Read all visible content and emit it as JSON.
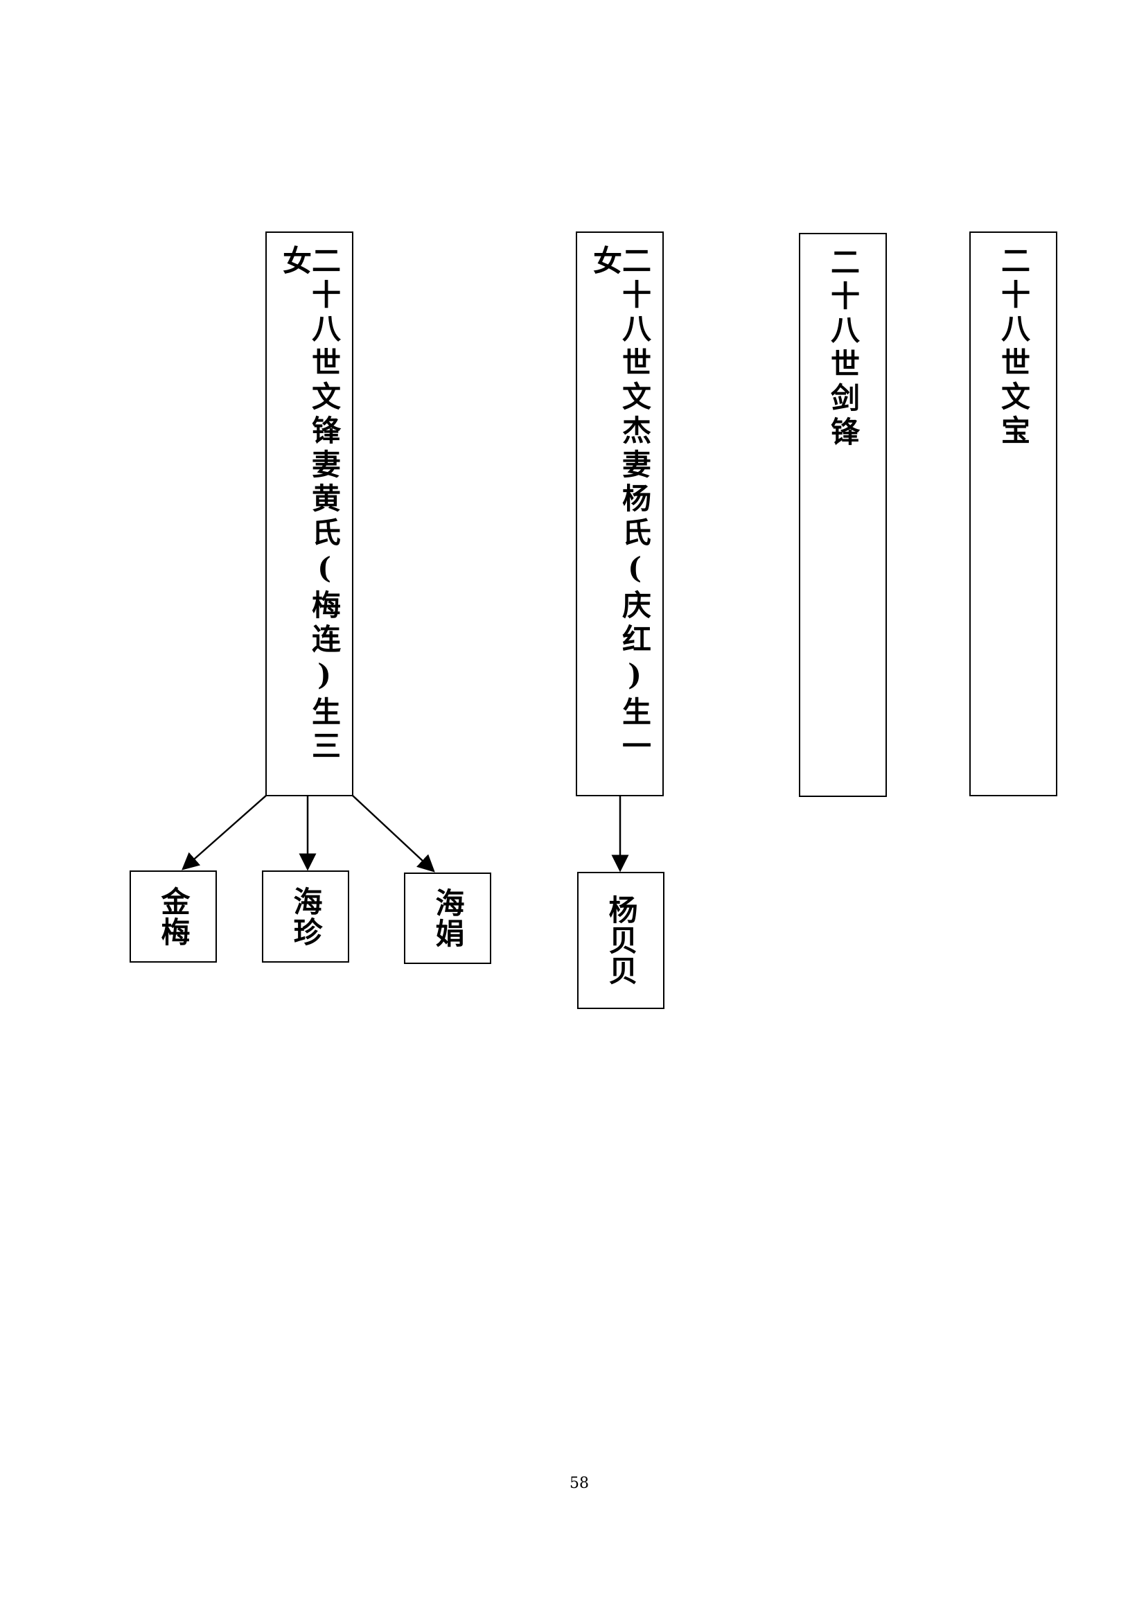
{
  "parents": [
    {
      "label": "二十八世文锋妻黄氏(梅连)生三女",
      "children": [
        "金梅",
        "海珍",
        "海娟"
      ]
    },
    {
      "label": "二十八世文杰妻杨氏(庆红)生一女",
      "children": [
        "杨贝贝"
      ]
    },
    {
      "label": "二十八世剑锋",
      "children": []
    },
    {
      "label": "二十八世文宝",
      "children": []
    }
  ],
  "page_number": "58"
}
